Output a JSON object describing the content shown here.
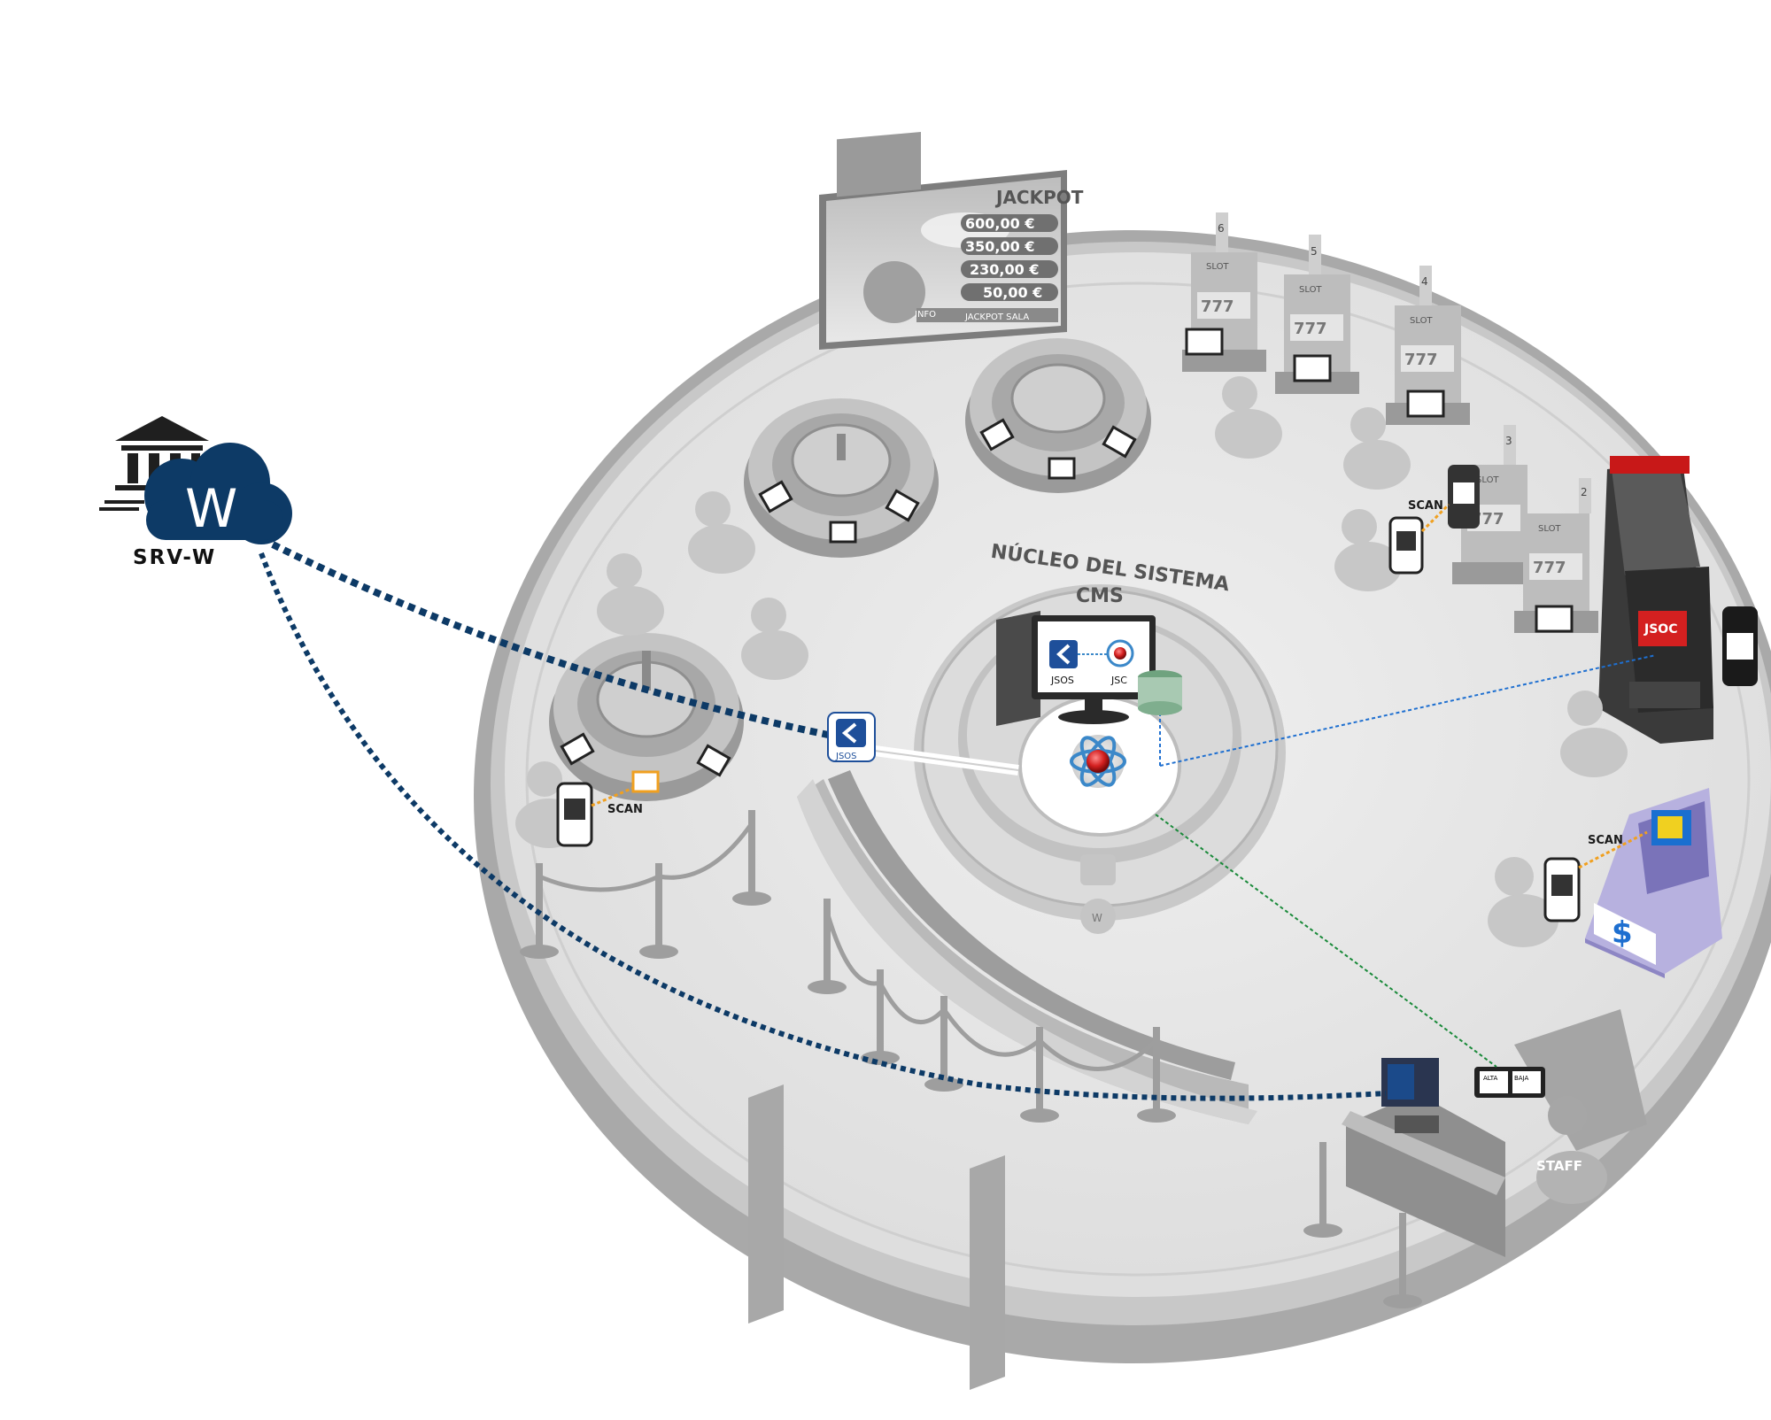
{
  "cloud": {
    "letter": "W",
    "label": "SRV-W"
  },
  "core": {
    "title": "NÚCLEO DEL SISTEMA",
    "cms": "CMS",
    "jsos": "JSOS",
    "jsc": "JSC"
  },
  "jsos_node": {
    "label": "JSOS"
  },
  "jackpot": {
    "title": "JACKPOT",
    "amounts": [
      "600,00 €",
      "350,00 €",
      "230,00 €",
      "50,00 €"
    ],
    "footer_left": "INFO",
    "footer_right": "JACKPOT SALA"
  },
  "slots": {
    "label": "SLOT",
    "numbers": [
      "6",
      "5",
      "4",
      "3",
      "2"
    ],
    "reels": "777"
  },
  "jsoc": {
    "label": "JSOC"
  },
  "scan": {
    "left": "SCAN",
    "slot": "SCAN",
    "kiosk": "SCAN"
  },
  "staff": {
    "label": "STAFF",
    "alta": "ALTA",
    "baja": "BAJA"
  },
  "kiosk": {
    "symbol": "$"
  },
  "colors": {
    "navy": "#0d3a66",
    "green": "#1a8a3a",
    "blue": "#1e6fd0",
    "red": "#d42020",
    "orange": "#f0a020"
  }
}
